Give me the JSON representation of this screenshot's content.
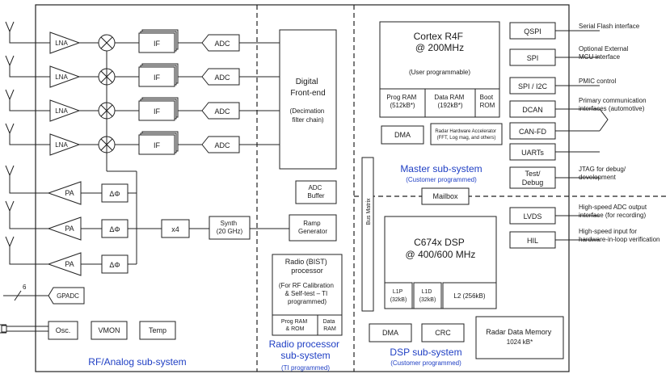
{
  "subsystems": {
    "rf_analog": "RF/Analog sub-system",
    "radio_processor": [
      "Radio processor",
      "sub-system"
    ],
    "radio_processor_note": "(TI programmed)",
    "master": "Master sub-system",
    "master_note": "(Customer programmed)",
    "dsp": "DSP sub-system",
    "dsp_note": "(Customer programmed)"
  },
  "rf_blocks": {
    "lna": "LNA",
    "if": "IF",
    "adc": "ADC",
    "pa": "PA",
    "phase_shifter": "ΔΦ",
    "x4": "x4",
    "synth": [
      "Synth",
      "(20 GHz)"
    ],
    "gpadc": "GPADC",
    "gpadc_bus_width": "6",
    "osc": "Osc.",
    "vmon": "VMON",
    "temp": "Temp"
  },
  "digital_frontend": {
    "title": [
      "Digital",
      "Front-end"
    ],
    "note": [
      "(Decimation",
      "filter chain)"
    ]
  },
  "radio_blocks": {
    "adc_buffer": [
      "ADC",
      "Buffer"
    ],
    "ramp_generator": [
      "Ramp",
      "Generator"
    ],
    "bist_title": [
      "Radio (BIST)",
      "processor"
    ],
    "bist_note": [
      "(For RF Calibration",
      "& Self-test – TI",
      "programmed)"
    ],
    "prog_ram_rom": [
      "Prog RAM",
      "& ROM"
    ],
    "data_ram": [
      "Data",
      "RAM"
    ],
    "bus_matrix": "Bus Matrix"
  },
  "master_blocks": {
    "cortex": [
      "Cortex R4F",
      "@ 200MHz"
    ],
    "user_programmable": "(User programmable)",
    "prog_ram": [
      "Prog RAM",
      "(512kB*)"
    ],
    "data_ram": [
      "Data RAM",
      "(192kB*)"
    ],
    "boot_rom": [
      "Boot",
      "ROM"
    ],
    "dma": "DMA",
    "radar_accel": [
      "Radar Hardware Accelerator",
      "(FFT, Log mag, and others)"
    ],
    "mailbox": "Mailbox"
  },
  "dsp_blocks": {
    "c674x": [
      "C674x DSP",
      "@ 400/600 MHz"
    ],
    "l1p": [
      "L1P",
      "(32kB)"
    ],
    "l1d": [
      "L1D",
      "(32kB)"
    ],
    "l2": "L2 (256kB)",
    "dma": "DMA",
    "crc": "CRC",
    "radar_data_memory": [
      "Radar Data Memory",
      "1024 kB*"
    ]
  },
  "peripherals": [
    {
      "name": "QSPI",
      "desc": [
        "Serial Flash interface"
      ]
    },
    {
      "name": "SPI",
      "desc": [
        "Optional External",
        "MCU interface"
      ]
    },
    {
      "name": "SPI / I2C",
      "desc": [
        "PMIC control"
      ]
    },
    {
      "name": "DCAN",
      "desc": [
        "Primary communication",
        "interfaces (automotive)"
      ]
    },
    {
      "name": "CAN-FD",
      "desc": []
    },
    {
      "name": "UARTs",
      "desc": []
    },
    {
      "name": [
        "Test/",
        "Debug"
      ],
      "desc": [
        "JTAG for debug/",
        "development"
      ]
    },
    {
      "name": "LVDS",
      "desc": [
        "High-speed ADC output",
        "interface (for recording)"
      ]
    },
    {
      "name": "HIL",
      "desc": [
        "High-speed input for",
        "hardware-in-loop verification"
      ]
    }
  ]
}
